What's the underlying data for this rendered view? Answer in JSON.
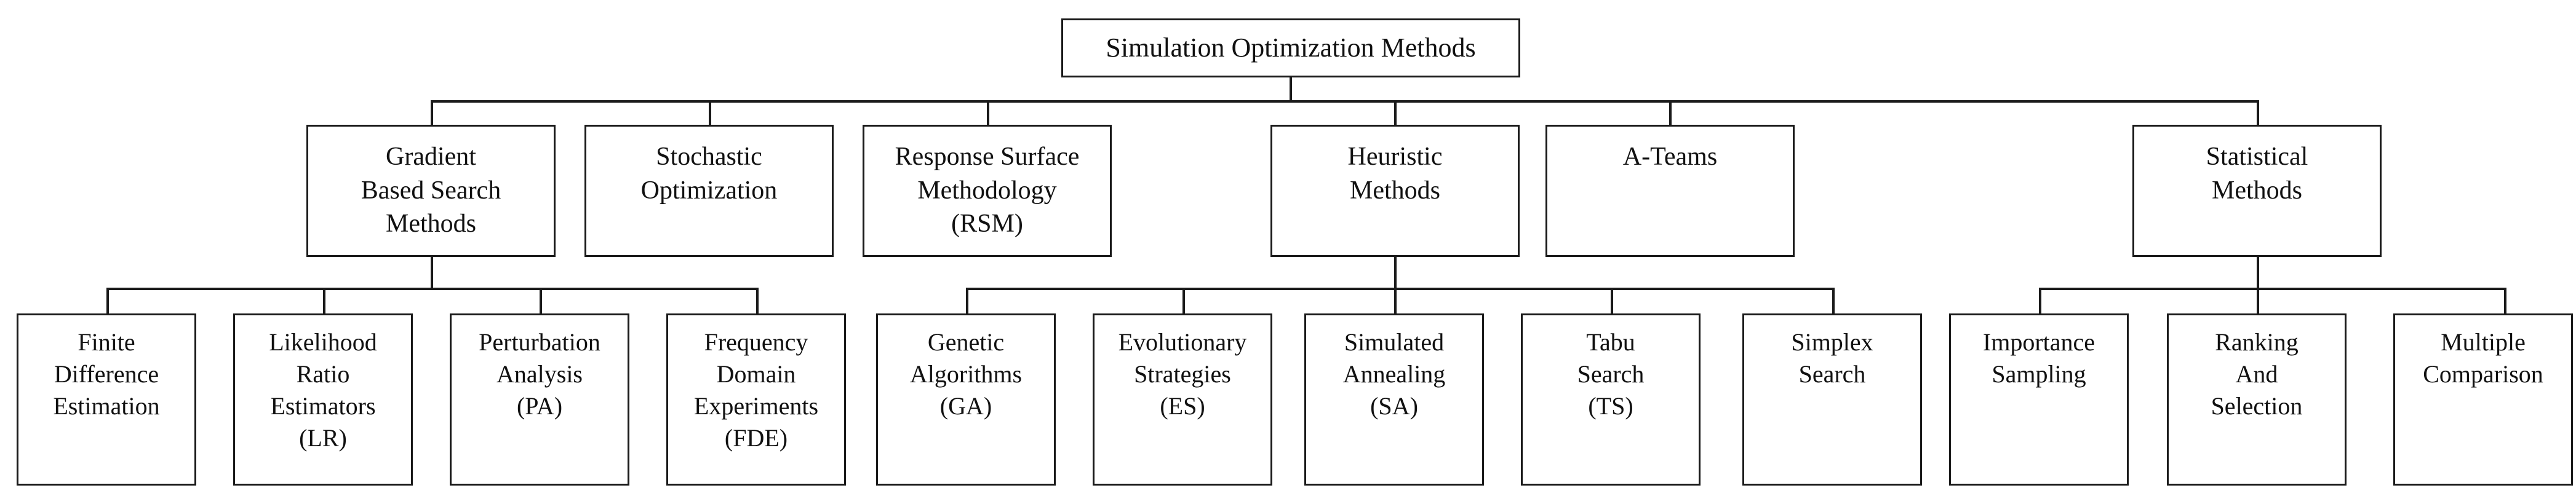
{
  "diagram": {
    "title": "Simulation Optimization Methods",
    "type": "hierarchy-tree",
    "orientation": "top-down",
    "levels": 3,
    "colors": {
      "box_border": "#1a1a1a",
      "box_fill": "#ffffff",
      "connector": "#1a1a1a",
      "text": "#111111",
      "background": "#ffffff"
    }
  },
  "root": {
    "label": "Simulation Optimization Methods"
  },
  "level2": [
    {
      "id": "gradient-based-search-methods",
      "label": "Gradient\nBased Search\nMethods",
      "has_children": true
    },
    {
      "id": "stochastic-optimization",
      "label": "Stochastic\nOptimization",
      "has_children": false
    },
    {
      "id": "response-surface-methodology",
      "label": "Response Surface\nMethodology\n(RSM)",
      "has_children": false
    },
    {
      "id": "heuristic-methods",
      "label": "Heuristic\nMethods",
      "has_children": true
    },
    {
      "id": "a-teams",
      "label": "A-Teams",
      "has_children": false
    },
    {
      "id": "statistical-methods",
      "label": "Statistical\nMethods",
      "has_children": true
    }
  ],
  "leaves": [
    {
      "id": "finite-difference-estimation",
      "label": "Finite\nDifference\nEstimation",
      "parent": "gradient-based-search-methods"
    },
    {
      "id": "likelihood-ratio-estimators",
      "label": "Likelihood\nRatio\nEstimators\n(LR)",
      "parent": "gradient-based-search-methods"
    },
    {
      "id": "perturbation-analysis",
      "label": "Perturbation\nAnalysis\n(PA)",
      "parent": "gradient-based-search-methods"
    },
    {
      "id": "frequency-domain-experiments",
      "label": "Frequency\nDomain\nExperiments\n(FDE)",
      "parent": "gradient-based-search-methods"
    },
    {
      "id": "genetic-algorithms",
      "label": "Genetic\nAlgorithms\n(GA)",
      "parent": "heuristic-methods"
    },
    {
      "id": "evolutionary-strategies",
      "label": "Evolutionary\nStrategies\n(ES)",
      "parent": "heuristic-methods"
    },
    {
      "id": "simulated-annealing",
      "label": "Simulated\nAnnealing\n(SA)",
      "parent": "heuristic-methods"
    },
    {
      "id": "tabu-search",
      "label": "Tabu\nSearch\n(TS)",
      "parent": "heuristic-methods"
    },
    {
      "id": "simplex-search",
      "label": "Simplex\nSearch",
      "parent": "heuristic-methods"
    },
    {
      "id": "importance-sampling",
      "label": "Importance\nSampling",
      "parent": "statistical-methods"
    },
    {
      "id": "ranking-and-selection",
      "label": "Ranking\nAnd\nSelection",
      "parent": "statistical-methods"
    },
    {
      "id": "multiple-comparison",
      "label": "Multiple\nComparison",
      "parent": "statistical-methods"
    }
  ]
}
